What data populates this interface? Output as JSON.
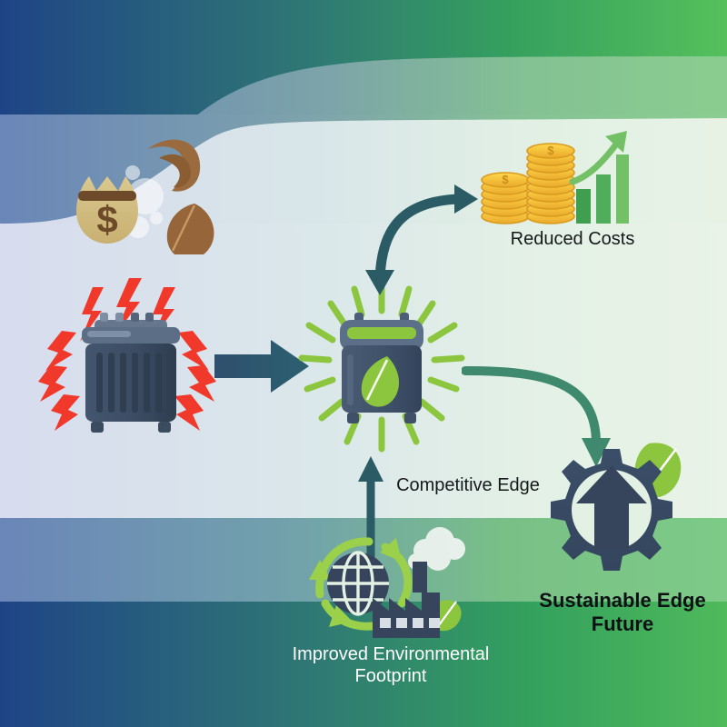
{
  "diagram": {
    "title_text": "Sustainable Edge Future",
    "nodes": [
      {
        "id": "problem-waste-bin",
        "icon": "waste-bin-problem-icon",
        "label": "",
        "description": "dark waste bin surrounded by red lightning bolts"
      },
      {
        "id": "sustainable-waste-bin",
        "icon": "recycling-bin-leaf-icon",
        "label": "",
        "description": "waste bin with green leaf radiating green rays"
      },
      {
        "id": "reduced-costs",
        "icon": "coins-growth-chart-icon",
        "label": "Reduced Costs"
      },
      {
        "id": "environmental-footprint",
        "icon": "globe-factory-recycle-icon",
        "label": "Improved Environmental\nFootprint"
      },
      {
        "id": "sustainable-edge-future",
        "icon": "gear-up-arrow-icon",
        "label": "Sustainable Edge\nFuture"
      }
    ],
    "connector_labels": {
      "competitive_edge": "Competitive Edge"
    },
    "decor": {
      "money_bag": "money-bag-dollar-icon",
      "dollar_sign": "$",
      "leaves": "brown-leaf-icon"
    }
  },
  "colors": {
    "band_blue_dark": "#21457f",
    "band_blue_mid": "#6b87b5",
    "band_lavender": "#d6dced",
    "band_green_dark": "#34a853",
    "band_green_mid": "#7fbf8e",
    "band_green_light": "#e3f0e4",
    "arrow_teal": "#2b5c66",
    "arrow_green": "#3f8a6e",
    "leaf_green": "#8cc63f",
    "bin_slate": "#3d4d63",
    "bolt_red": "#f0392b",
    "coin_gold": "#f5c518",
    "text_dark": "#16191c",
    "text_white": "#ffffff"
  }
}
